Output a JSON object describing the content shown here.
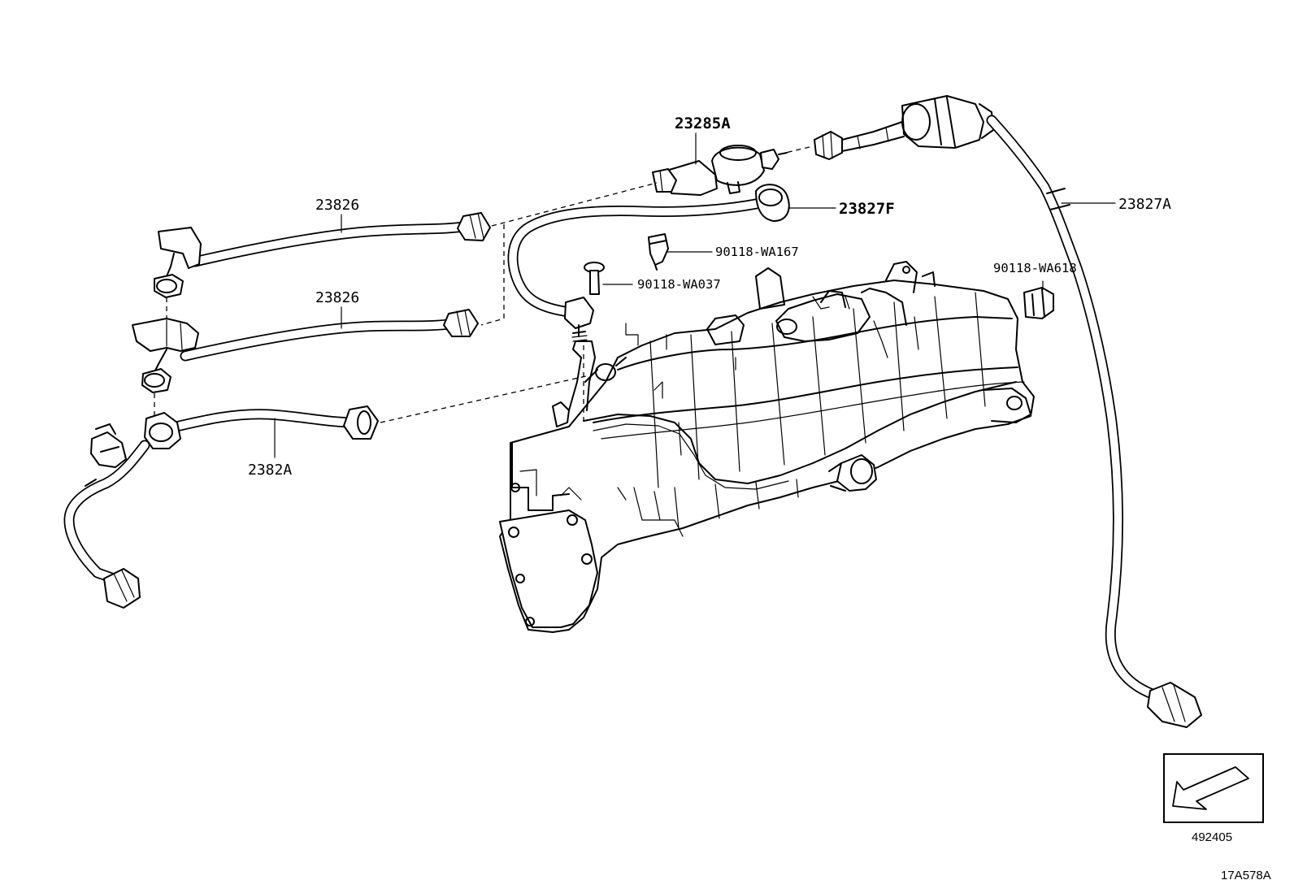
{
  "labels": {
    "p23285A": "23285A",
    "p23826_top": "23826",
    "p23826_mid": "23826",
    "p2382A": "2382A",
    "p23827F": "23827F",
    "p23827A": "23827A",
    "p90118_WA167": "90118-WA167",
    "p90118_WA037": "90118-WA037",
    "p90118_WA618": "90118-WA618"
  },
  "reference": {
    "box_code": "492405",
    "illustration_code": "17A578A"
  },
  "icons": {
    "front_arrow": "arrow-down-left-icon"
  }
}
